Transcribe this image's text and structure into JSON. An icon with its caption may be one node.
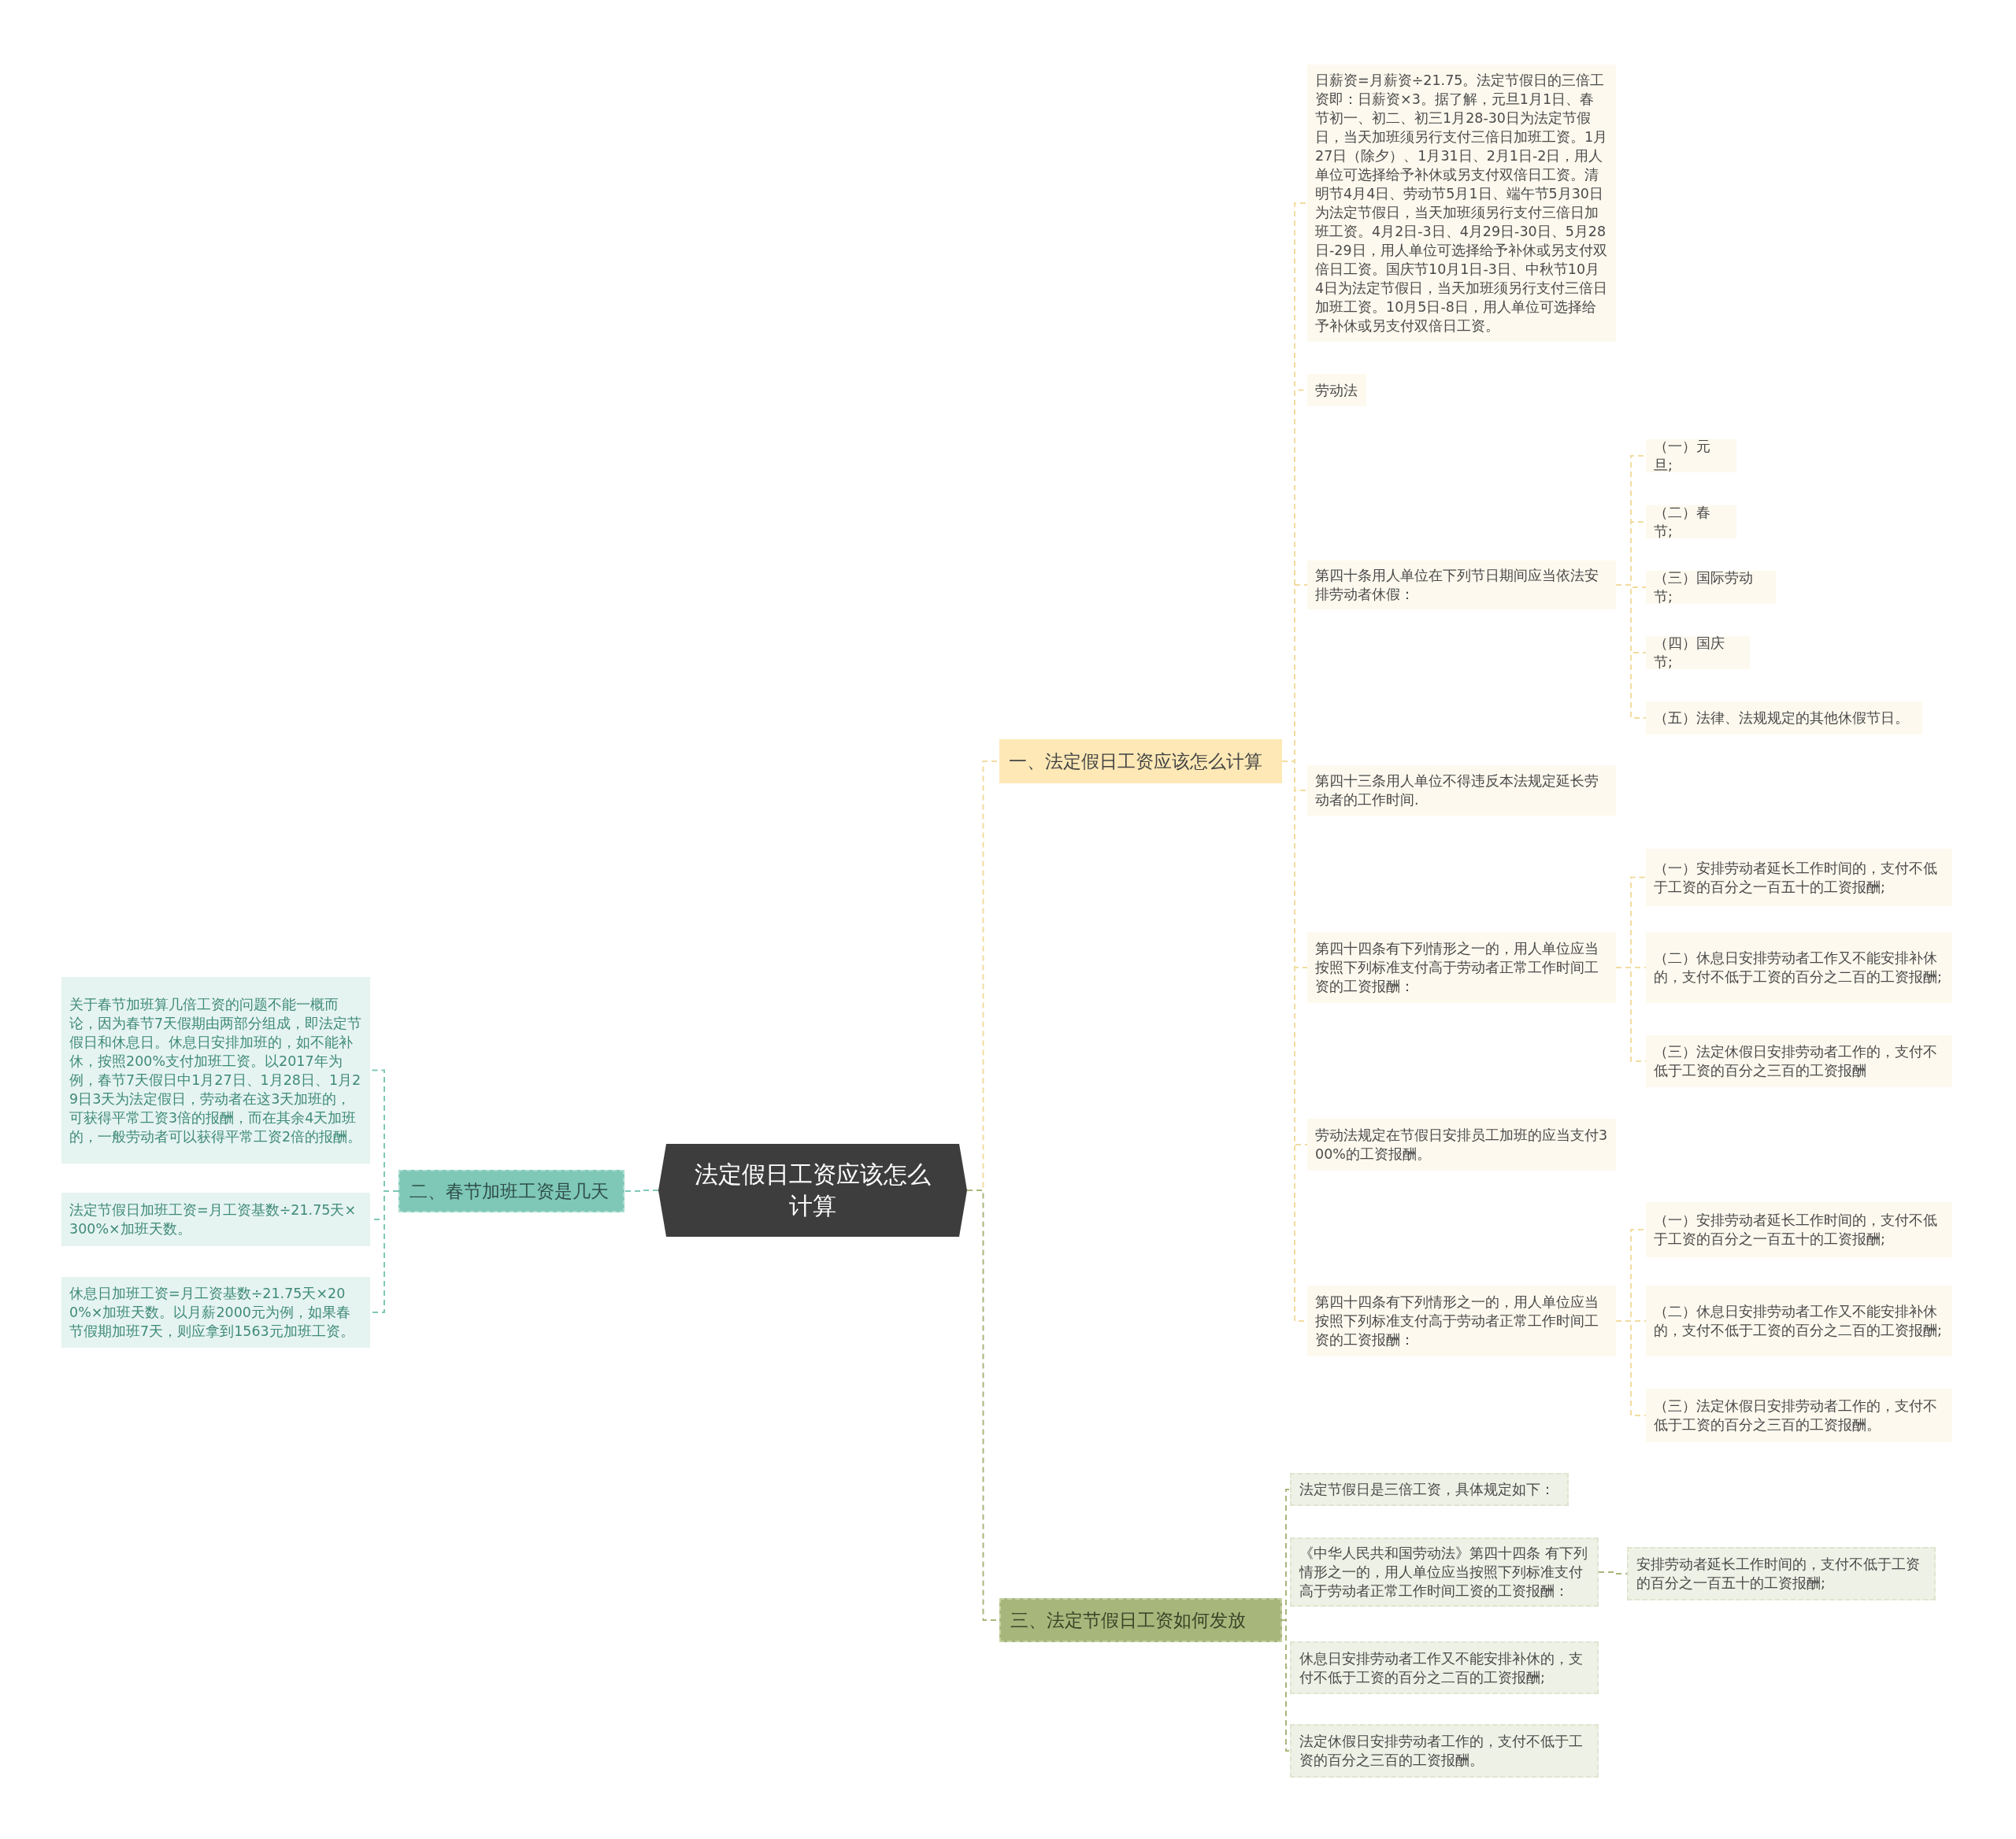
{
  "diagram": {
    "nodes": [
      {
        "text": [
          "法定假日工资应该怎么计算"
        ]
      },
      {
        "text": [
          "一、法定假日工资应该怎么计算"
        ]
      },
      {
        "text": [
          "日薪资=月薪资÷21.75。法定节假日的三倍工资即：日薪资×3。据了解，元旦1月1日、春节初一、初二、初三1月28-30日为法定节假日，当天加班须另行支付三倍日加班工资。1月27日（除夕）、1月31日、2月1日-2日，用人单位可选择给予补休或另支付双倍日工资。清明节4月4日、劳动节5月1日、端午节5月30日为法定节假日，当天加班须另行支付三倍日加班工资。4月2日-3日、4月29日-30日、5月28日-29日，用人单位可选择给予补休或另支付双倍日工资。国庆节10月1日-3日、中秋节10月4日为法定节假日，当天加班须另行支付三倍日加班工资。10月5日-8日，用人单位可选择给予补休或另支付双倍日工资。"
        ]
      },
      {
        "text": [
          "劳动法"
        ]
      },
      {
        "text": [
          "第四十条用人单位在下列节日期间应当依法安排劳动者休假："
        ]
      },
      {
        "text": [
          "（一）元旦;"
        ]
      },
      {
        "text": [
          "（二）春节;"
        ]
      },
      {
        "text": [
          "（三）国际劳动节;"
        ]
      },
      {
        "text": [
          "（四）国庆节;"
        ]
      },
      {
        "text": [
          "（五）法律、法规规定的其他休假节日。"
        ]
      },
      {
        "text": [
          "第四十三条用人单位不得违反本法规定延长劳动者的工作时间."
        ]
      },
      {
        "text": [
          "第四十四条有下列情形之一的，用人单位应当按照下列标准支付高于劳动者正常工作时间工资的工资报酬："
        ]
      },
      {
        "text": [
          "（一）安排劳动者延长工作时间的，支付不低于工资的百分之一百五十的工资报酬;"
        ]
      },
      {
        "text": [
          "（二）休息日安排劳动者工作又不能安排补休的，支付不低于工资的百分之二百的工资报酬;"
        ]
      },
      {
        "text": [
          "（三）法定休假日安排劳动者工作的，支付不低于工资的百分之三百的工资报酬"
        ]
      },
      {
        "text": [
          "劳动法规定在节假日安排员工加班的应当支付300%的工资报酬。"
        ]
      },
      {
        "text": [
          "第四十四条有下列情形之一的，用人单位应当按照下列标准支付高于劳动者正常工作时间工资的工资报酬："
        ]
      },
      {
        "text": [
          "（一）安排劳动者延长工作时间的，支付不低于工资的百分之一百五十的工资报酬;"
        ]
      },
      {
        "text": [
          "（二）休息日安排劳动者工作又不能安排补休的，支付不低于工资的百分之二百的工资报酬;"
        ]
      },
      {
        "text": [
          "（三）法定休假日安排劳动者工作的，支付不低于工资的百分之三百的工资报酬。"
        ]
      },
      {
        "text": [
          "三、法定节假日工资如何发放"
        ]
      },
      {
        "text": [
          "法定节假日是三倍工资，具体规定如下："
        ]
      },
      {
        "text": [
          "《中华人民共和国劳动法》第四十四条 有下列情形之一的，用人单位应当按照下列标准支付高于劳动者正常工作时间工资的工资报酬："
        ]
      },
      {
        "text": [
          "安排劳动者延长工作时间的，支付不低于工资的百分之一百五十的工资报酬;"
        ]
      },
      {
        "text": [
          "休息日安排劳动者工作又不能安排补休的，支付不低于工资的百分之二百的工资报酬;"
        ]
      },
      {
        "text": [
          "法定休假日安排劳动者工作的，支付不低于工资的百分之三百的工资报酬。"
        ]
      },
      {
        "text": [
          "二、春节加班工资是几天"
        ]
      },
      {
        "text": [
          "关于春节加班算几倍工资的问题不能一概而论，因为春节7天假期由两部分组成，即法定节假日和休息日。休息日安排加班的，如不能补休，按照200%支付加班工资。以2017年为例，春节7天假日中1月27日、1月28日、1月29日3天为法定假日，劳动者在这3天加班的，可获得平常工资3倍的报酬，而在其余4天加班的，一般劳动者可以获得平常工资2倍的报酬。"
        ]
      },
      {
        "text": [
          "法定节假日加班工资=月工资基数÷21.75天×300%×加班天数。"
        ]
      },
      {
        "text": [
          "休息日加班工资=月工资基数÷21.75天×200%×加班天数。以月薪2000元为例，如果春节假期加班7天，则应拿到1563元加班工资。"
        ]
      }
    ],
    "edges": [
      {
        "from": 0,
        "to": 1,
        "arrow": "none"
      },
      {
        "from": 1,
        "to": 2,
        "arrow": "none"
      },
      {
        "from": 1,
        "to": 3,
        "arrow": "none"
      },
      {
        "from": 1,
        "to": 4,
        "arrow": "none"
      },
      {
        "from": 4,
        "to": 5,
        "arrow": "none"
      },
      {
        "from": 4,
        "to": 6,
        "arrow": "none"
      },
      {
        "from": 4,
        "to": 7,
        "arrow": "none"
      },
      {
        "from": 4,
        "to": 8,
        "arrow": "none"
      },
      {
        "from": 4,
        "to": 9,
        "arrow": "none"
      },
      {
        "from": 1,
        "to": 10,
        "arrow": "none"
      },
      {
        "from": 1,
        "to": 11,
        "arrow": "none"
      },
      {
        "from": 11,
        "to": 12,
        "arrow": "none"
      },
      {
        "from": 11,
        "to": 13,
        "arrow": "none"
      },
      {
        "from": 11,
        "to": 14,
        "arrow": "none"
      },
      {
        "from": 1,
        "to": 15,
        "arrow": "none"
      },
      {
        "from": 1,
        "to": 16,
        "arrow": "none"
      },
      {
        "from": 16,
        "to": 17,
        "arrow": "none"
      },
      {
        "from": 16,
        "to": 18,
        "arrow": "none"
      },
      {
        "from": 16,
        "to": 19,
        "arrow": "none"
      },
      {
        "from": 0,
        "to": 20,
        "arrow": "none",
        "color": "#a7b77c"
      },
      {
        "from": 20,
        "to": 21,
        "arrow": "none",
        "color": "#a7b77c"
      },
      {
        "from": 20,
        "to": 22,
        "arrow": "none",
        "color": "#a7b77c"
      },
      {
        "from": 22,
        "to": 23,
        "arrow": "none",
        "color": "#a7b77c"
      },
      {
        "from": 20,
        "to": 24,
        "arrow": "none",
        "color": "#a7b77c"
      },
      {
        "from": 20,
        "to": 25,
        "arrow": "none",
        "color": "#a7b77c"
      },
      {
        "from": 0,
        "to": 26,
        "arrow": "none",
        "color": "#7fc8b7"
      },
      {
        "from": 26,
        "to": 27,
        "arrow": "none",
        "color": "#7fc8b7"
      },
      {
        "from": 26,
        "to": 28,
        "arrow": "none",
        "color": "#7fc8b7"
      },
      {
        "from": 26,
        "to": 29,
        "arrow": "none",
        "color": "#7fc8b7"
      }
    ]
  }
}
